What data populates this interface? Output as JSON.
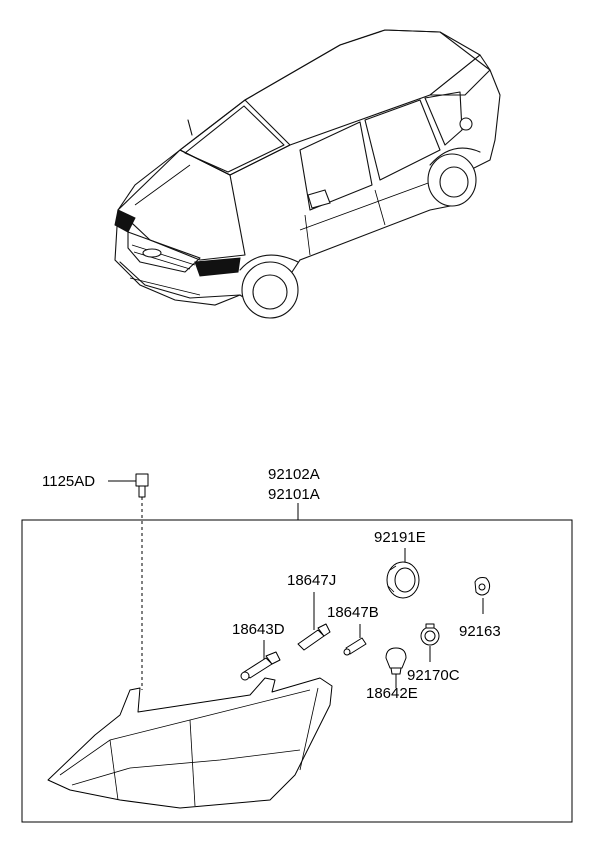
{
  "labels": {
    "bolt": "1125AD",
    "assembly_rh": "92102A",
    "assembly_lh": "92101A",
    "socket_main": "92191E",
    "socket_side": "92163",
    "bulb_18647J": "18647J",
    "bulb_18647B": "18647B",
    "bulb_18643D": "18643D",
    "socket_92170C": "92170C",
    "bulb_18642E": "18642E"
  },
  "icons": [
    "sedan-vehicle-illustration",
    "headlamp-assembly",
    "bolt-icon",
    "bulb-icon",
    "socket-icon"
  ]
}
